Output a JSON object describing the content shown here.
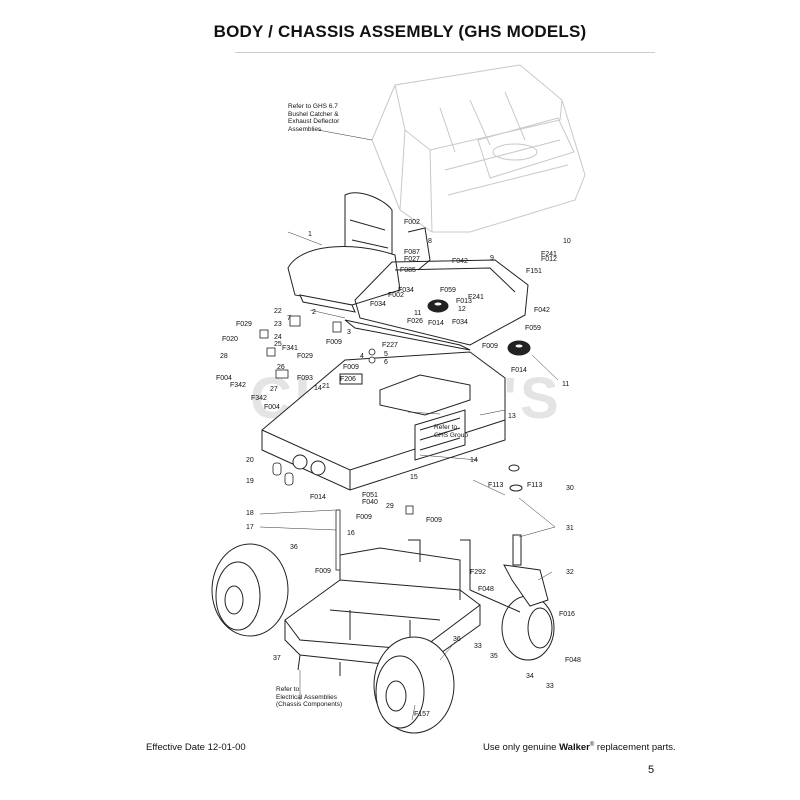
{
  "title": "BODY / CHASSIS ASSEMBLY (GHS MODELS)",
  "notes": {
    "catcher": [
      "Refer to GHS 6.7",
      "Bushel Catcher &",
      "Exhaust Deflector",
      "Assemblies"
    ],
    "ghs_group": [
      "Refer to",
      "GHS Group"
    ],
    "electrical": [
      "Refer to",
      "Electrical Assemblies",
      "(Chassis Components)"
    ]
  },
  "watermark": "CUTLER'S",
  "callouts": {
    "c1": "1",
    "c2": "2",
    "c3": "3",
    "c4": "4",
    "c5": "5",
    "c6": "6",
    "c7": "7",
    "c8": "8",
    "c9": "9",
    "c10": "10",
    "c11a": "11",
    "c11b": "11",
    "c12": "12",
    "c13": "13",
    "c14a": "14",
    "c14b": "14",
    "c15": "15",
    "c16": "16",
    "c17": "17",
    "c18": "18",
    "c19": "19",
    "c20": "20",
    "c21": "21",
    "c22": "22",
    "c23": "23",
    "c24": "24",
    "c25": "25",
    "c26": "26",
    "c27": "27",
    "c28": "28",
    "c29": "29",
    "c30": "30",
    "c31": "31",
    "c32": "32",
    "c33a": "33",
    "c33b": "33",
    "c34": "34",
    "c35": "35",
    "c36a": "36",
    "c36b": "36",
    "c37": "37",
    "F002": "F002",
    "F087": "F087",
    "F027": "F027",
    "F085": "F085",
    "F034a": "F034",
    "F034b": "F034",
    "F034c": "F034",
    "F042a": "F042",
    "F042b": "F042",
    "F241a": "F241",
    "F241b": "F241",
    "F012": "F012",
    "F151": "F151",
    "F059a": "F059",
    "F059b": "F059",
    "F013": "F013",
    "F026": "F026",
    "F014a": "F014",
    "F014b": "F014",
    "F014c": "F014",
    "F009a": "F009",
    "F009b": "F009",
    "F009c": "F009",
    "F009d": "F009",
    "F009e": "F009",
    "F009f": "F009",
    "F029a": "F029",
    "F029b": "F029",
    "F020": "F020",
    "F004a": "F004",
    "F004b": "F004",
    "F342a": "F342",
    "F342b": "F342",
    "F341": "F341",
    "F093": "F093",
    "F227": "F227",
    "F206": "F206",
    "F051": "F051",
    "F040": "F040",
    "F113a": "F113",
    "F113b": "F113",
    "F292": "F292",
    "F048a": "F048",
    "F048b": "F048",
    "F016": "F016",
    "F157": "F157",
    "F002b": "F002"
  },
  "footer": {
    "effective": "Effective Date 12-01-00",
    "use_only": "Use only genuine ",
    "brand": "Walker",
    "reg": "®",
    "suffix": " replacement parts."
  },
  "page_number": "5"
}
